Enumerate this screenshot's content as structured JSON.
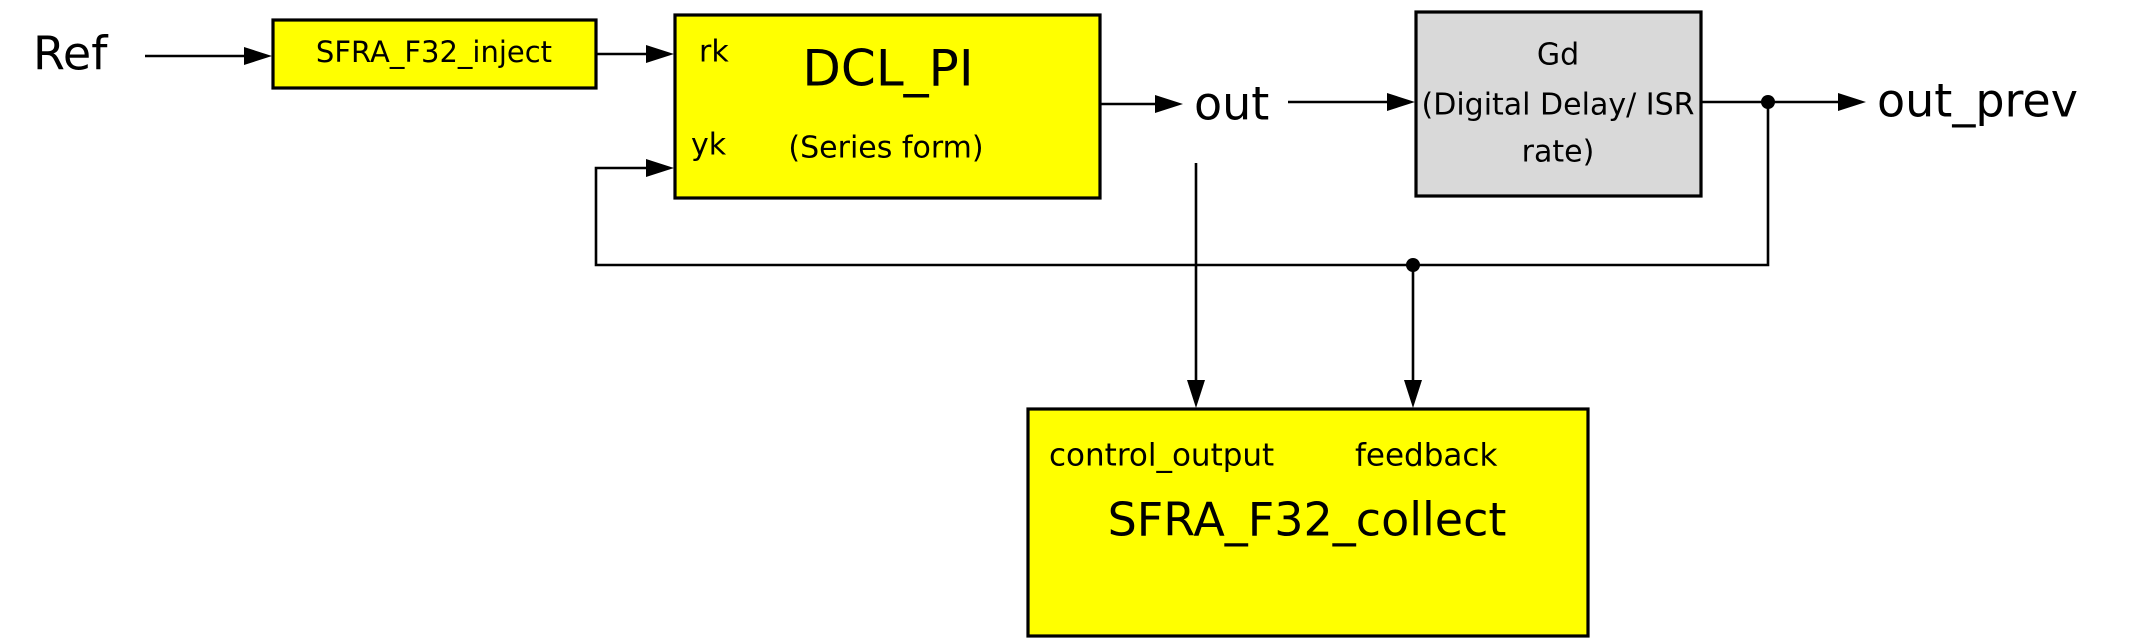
{
  "colors": {
    "block_yellow": "#ffff00",
    "block_gray": "#d9d9d9",
    "stroke": "#000000"
  },
  "signals": {
    "ref": "Ref",
    "out": "out",
    "out_prev": "out_prev"
  },
  "blocks": {
    "inject": {
      "label": "SFRA_F32_inject"
    },
    "dcl_pi": {
      "title": "DCL_PI",
      "subtitle": "(Series form)",
      "port_rk": "rk",
      "port_yk": "yk"
    },
    "gd": {
      "line1": "Gd",
      "line2": "(Digital Delay/ ISR",
      "line3": "rate)"
    },
    "collect": {
      "title": "SFRA_F32_collect",
      "port_control_output": "control_output",
      "port_feedback": "feedback"
    }
  }
}
